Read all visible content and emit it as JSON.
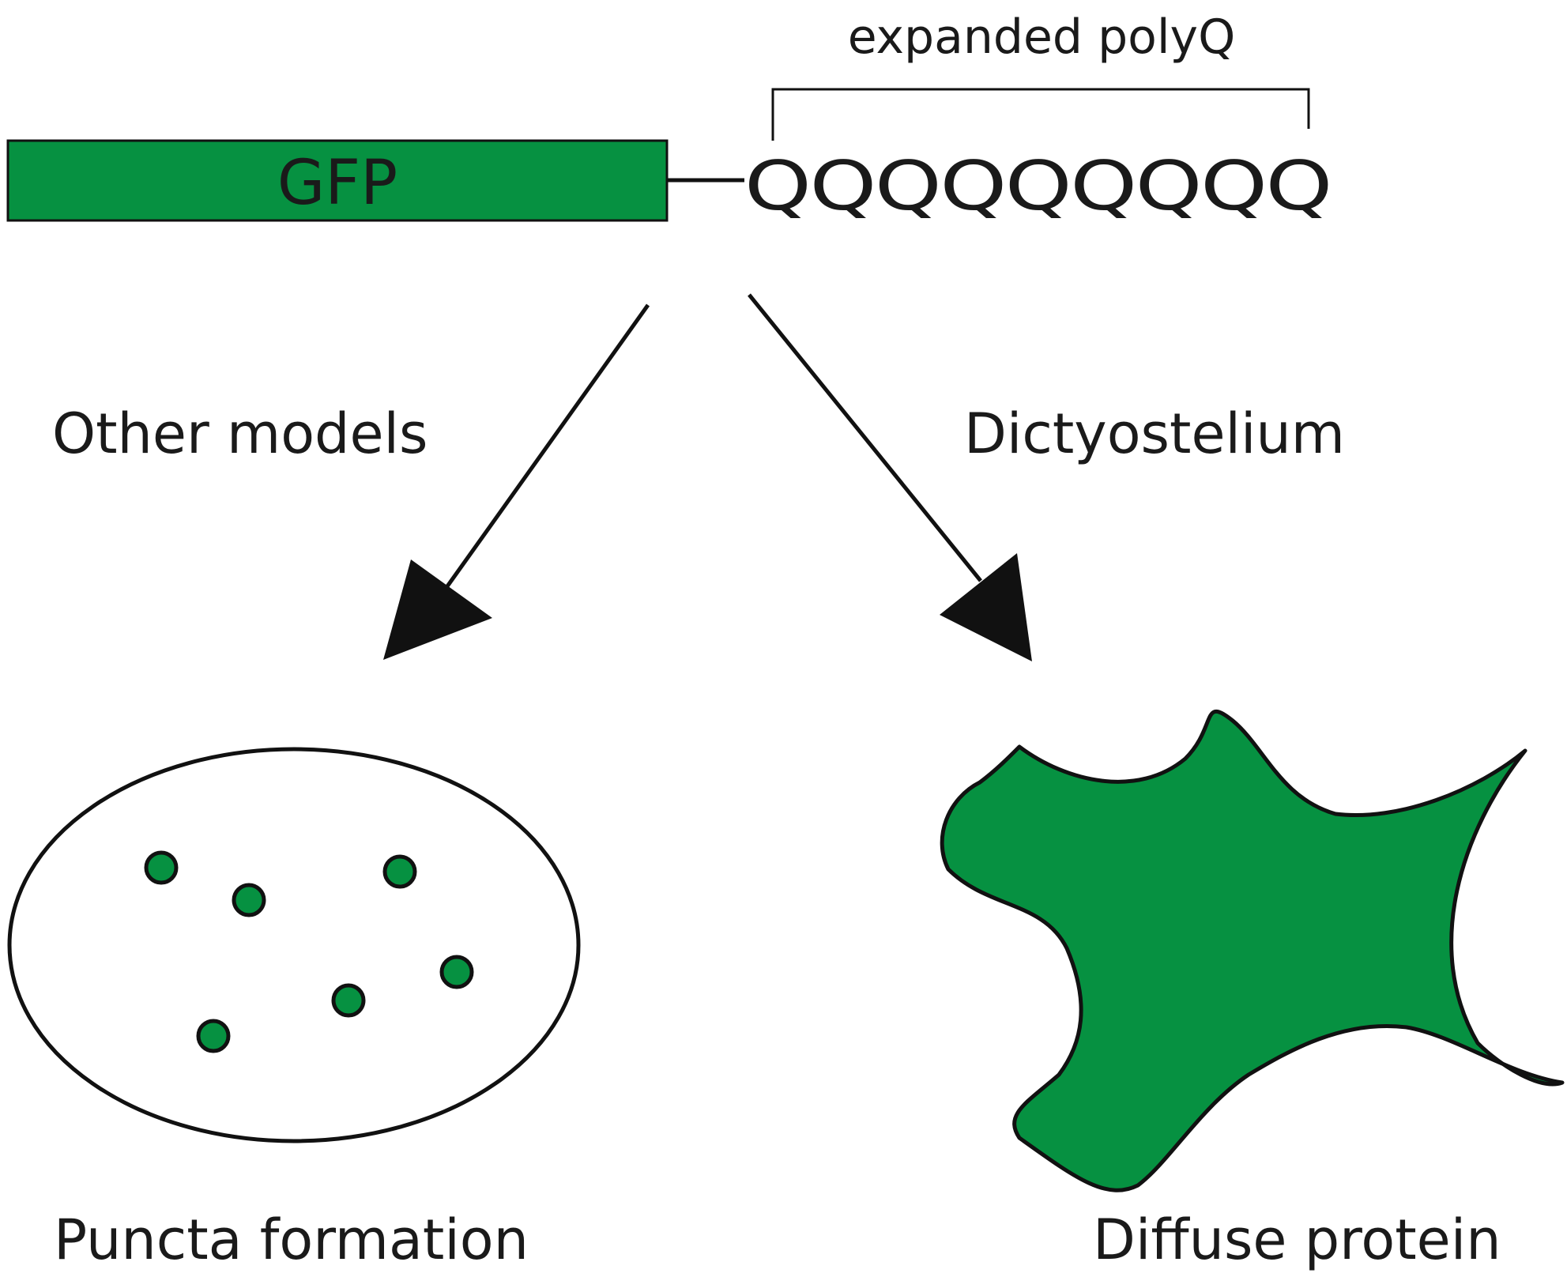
{
  "construct": {
    "gfp_label": "GFP",
    "polyq_sequence": "QQQQQQQQQ",
    "polyq_bracket_label": "expanded polyQ"
  },
  "branches": {
    "left": {
      "label": "Other models",
      "outcome": "Puncta formation"
    },
    "right": {
      "label": "Dictyostelium",
      "outcome": "Diffuse protein"
    }
  },
  "colors": {
    "green": "#069141",
    "stroke": "#111111",
    "text": "#1a1a1a",
    "background": "#ffffff"
  }
}
